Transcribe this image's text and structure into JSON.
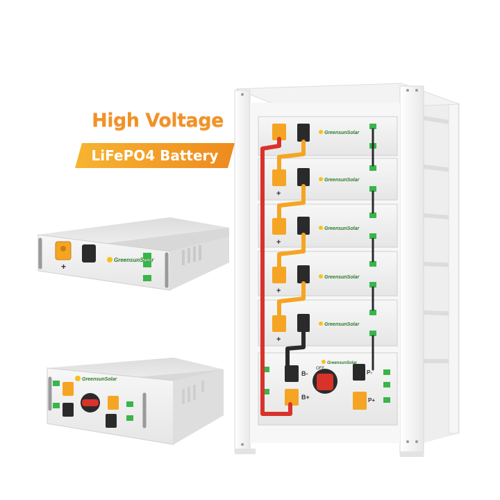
{
  "headline": {
    "title": "High Voltage",
    "subtitle": "LiFePO4 Battery"
  },
  "brand": "GreensunSolar",
  "module_labels": {
    "plus": "+",
    "minus": "–",
    "b_minus": "B-",
    "b_plus": "B+",
    "p_minus": "P-",
    "p_plus": "P+",
    "off": "OFF"
  },
  "colors": {
    "accent_orange": "#f5a523",
    "cable_red": "#d9322b",
    "connector_green": "#39b54a",
    "cabinet_white": "#f4f4f4"
  }
}
